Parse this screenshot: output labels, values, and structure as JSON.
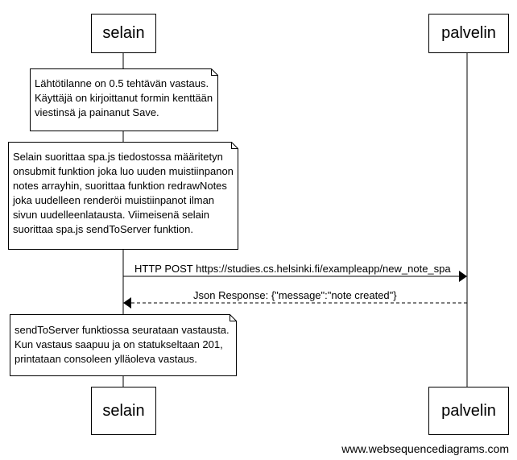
{
  "participants": {
    "client": "selain",
    "server": "palvelin"
  },
  "notes": [
    "Lähtötilanne on 0.5 tehtävän vastaus.\nKäyttäjä on kirjoittanut formin kenttään\nviestinsä ja painanut Save.",
    "Selain suorittaa spa.js tiedostossa määritetyn\nonsubmit funktion joka luo uuden muistiinpanon\nnotes arrayhin, suorittaa funktion redrawNotes\njoka uudelleen renderöi muistiinpanot ilman\nsivun uudelleenlatausta. Viimeisenä selain\nsuorittaa spa.js sendToServer funktion.",
    "sendToServer funktiossa seurataan vastausta.\nKun vastaus saapuu ja on statukseltaan 201,\nprintataan consoleen ylläoleva vastaus."
  ],
  "messages": [
    {
      "label": "HTTP POST https://studies.cs.helsinki.fi/exampleapp/new_note_spa",
      "style": "solid"
    },
    {
      "label": "Json Response: {\"message\":\"note created\"}",
      "style": "dashed"
    }
  ],
  "footer": "www.websequencediagrams.com"
}
